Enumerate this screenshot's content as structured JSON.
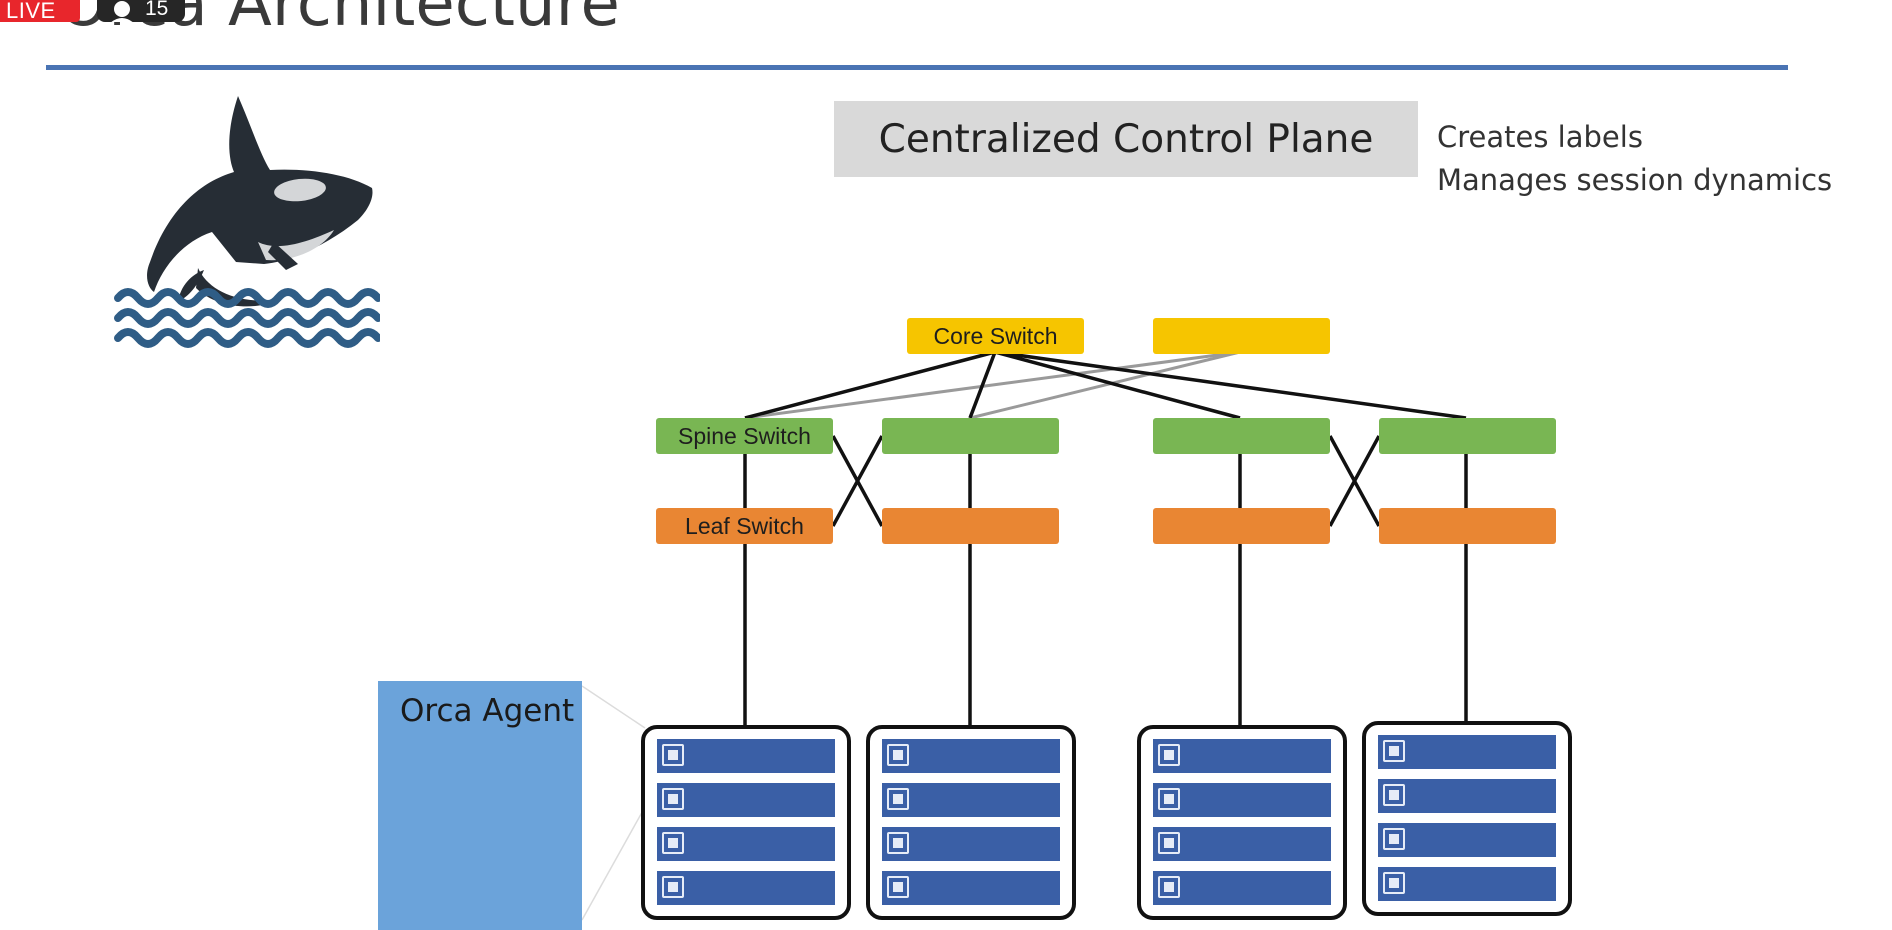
{
  "slide": {
    "title": "Orca Architecture"
  },
  "stream_overlay": {
    "live_label": "LIVE",
    "viewer_count": "15"
  },
  "control_plane": {
    "label": "Centralized Control Plane",
    "notes": [
      "Creates labels",
      "Manages session dynamics"
    ]
  },
  "switches": {
    "core_label": "Core Switch",
    "spine_label": "Spine Switch",
    "leaf_label": "Leaf Switch"
  },
  "agent": {
    "label": "Orca Agent"
  },
  "colors": {
    "core": "#f6c500",
    "spine": "#79b653",
    "leaf": "#e98633",
    "server": "#3a5fa6",
    "agent": "#6ba3da",
    "title_rule": "#4a74b4",
    "live": "#e8262c"
  },
  "icons": {
    "mascot": "orca-whale-icon",
    "server": "server-unit-icon",
    "viewer": "person-icon"
  }
}
